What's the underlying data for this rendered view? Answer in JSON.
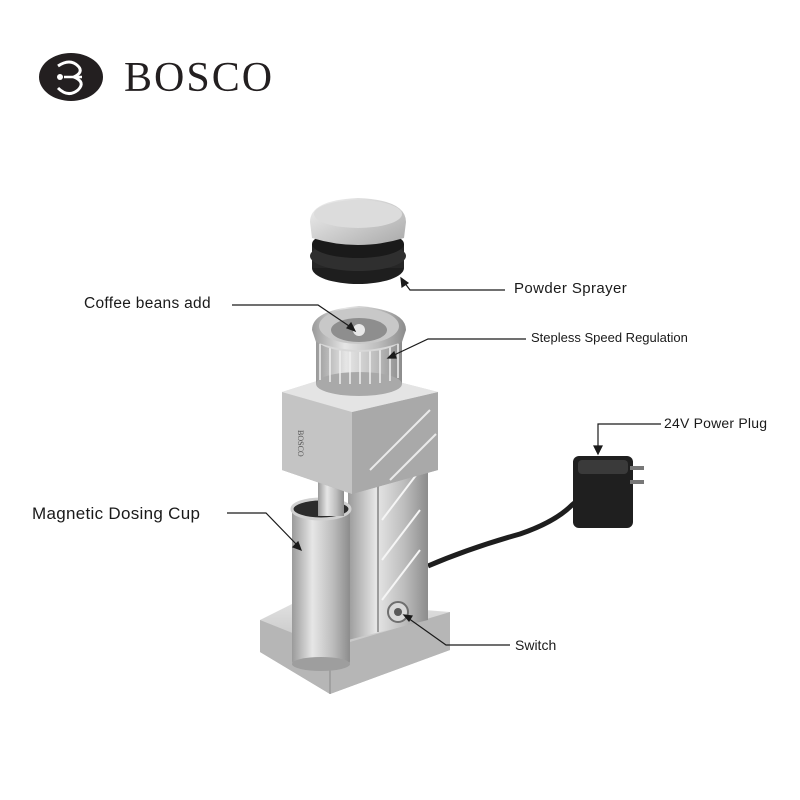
{
  "brand": {
    "name": "BOSCO",
    "logo_icon": "bosco-emblem-icon"
  },
  "callouts": {
    "powder_sprayer": "Powder Sprayer",
    "coffee_beans_add": "Coffee beans add",
    "stepless_speed": "Stepless Speed Regulation",
    "power_plug": "24V Power Plug",
    "dosing_cup": "Magnetic Dosing Cup",
    "switch": "Switch"
  },
  "colors": {
    "text": "#1a1a1a",
    "brand_dark": "#231f20",
    "metal": "#c9c9c9",
    "rubber": "#2a2a2a"
  }
}
